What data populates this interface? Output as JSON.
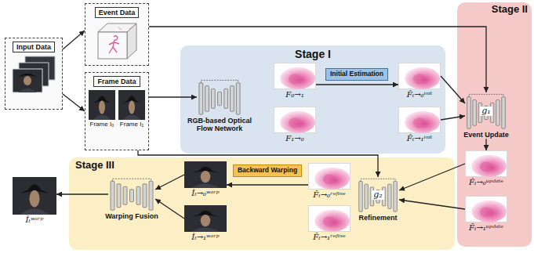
{
  "diagram": {
    "nodes": [
      {
        "text": [
          "Input Data"
        ]
      },
      {
        "text": [
          "Event Data"
        ]
      },
      {
        "text": [
          "Frame Data",
          "Frame I₀",
          "Frame I₁"
        ]
      },
      {
        "text": [
          "Stage I"
        ]
      },
      {
        "text": [
          "RGB-based Optical Flow Network"
        ],
        "in": 3
      },
      {
        "text": [
          "F₀→₁"
        ],
        "in": 3
      },
      {
        "text": [
          "F₁→₀"
        ],
        "in": 3
      },
      {
        "text": [
          "Initial Estimation"
        ],
        "in": 3
      },
      {
        "text": [
          "F̂ₜ→₀ⁱⁿⁱᵗ"
        ],
        "in": 3
      },
      {
        "text": [
          "F̂ₜ→₁ⁱⁿⁱᵗ"
        ],
        "in": 3
      },
      {
        "text": [
          "Stage II"
        ]
      },
      {
        "text": [
          "g₁",
          "Event Update"
        ],
        "in": 10
      },
      {
        "text": [
          "F̂ₜ→₀ᵘᵖᵈᵃᵗᵉ"
        ],
        "in": 10
      },
      {
        "text": [
          "F̂ₜ→₁ᵘᵖᵈᵃᵗᵉ"
        ],
        "in": 10
      },
      {
        "text": [
          "Stage III"
        ]
      },
      {
        "text": [
          "g₂",
          "Refinement"
        ],
        "in": 14
      },
      {
        "text": [
          "F̂ₜ→₀ʳᵉᶠⁱⁿᵉ"
        ],
        "in": 14
      },
      {
        "text": [
          "F̂ₜ→₁ʳᵉᶠⁱⁿᵉ"
        ],
        "in": 14
      },
      {
        "text": [
          "Backward Warping"
        ],
        "in": 14
      },
      {
        "text": [
          "Îₜ→₀ʷᵃʳᵖ"
        ],
        "in": 14
      },
      {
        "text": [
          "Îₜ→₁ʷᵃʳᵖ"
        ],
        "in": 14
      },
      {
        "text": [
          "Warping Fusion"
        ],
        "in": 14
      },
      {
        "text": [
          "Îₜʷᵃʳᵖ"
        ]
      }
    ],
    "edges": [
      {
        "from": 0,
        "to": 1,
        "arrow": "to"
      },
      {
        "from": 0,
        "to": 2,
        "arrow": "to"
      },
      {
        "from": 1,
        "to": 11,
        "arrow": "to"
      },
      {
        "from": 2,
        "to": 4,
        "arrow": "to"
      },
      {
        "from": 2,
        "to": 15,
        "arrow": "to"
      },
      {
        "from": 5,
        "to": 8,
        "arrow": "to"
      },
      {
        "from": 8,
        "to": 11,
        "arrow": "to"
      },
      {
        "from": 9,
        "to": 11,
        "arrow": "to"
      },
      {
        "from": 11,
        "to": 12,
        "arrow": "to"
      },
      {
        "from": 12,
        "to": 15,
        "arrow": "to"
      },
      {
        "from": 13,
        "to": 15,
        "arrow": "to"
      },
      {
        "from": 16,
        "to": 19,
        "arrow": "to"
      },
      {
        "from": 19,
        "to": 21,
        "arrow": "to"
      },
      {
        "from": 20,
        "to": 21,
        "arrow": "to"
      },
      {
        "from": 21,
        "to": 22,
        "arrow": "to"
      }
    ]
  }
}
